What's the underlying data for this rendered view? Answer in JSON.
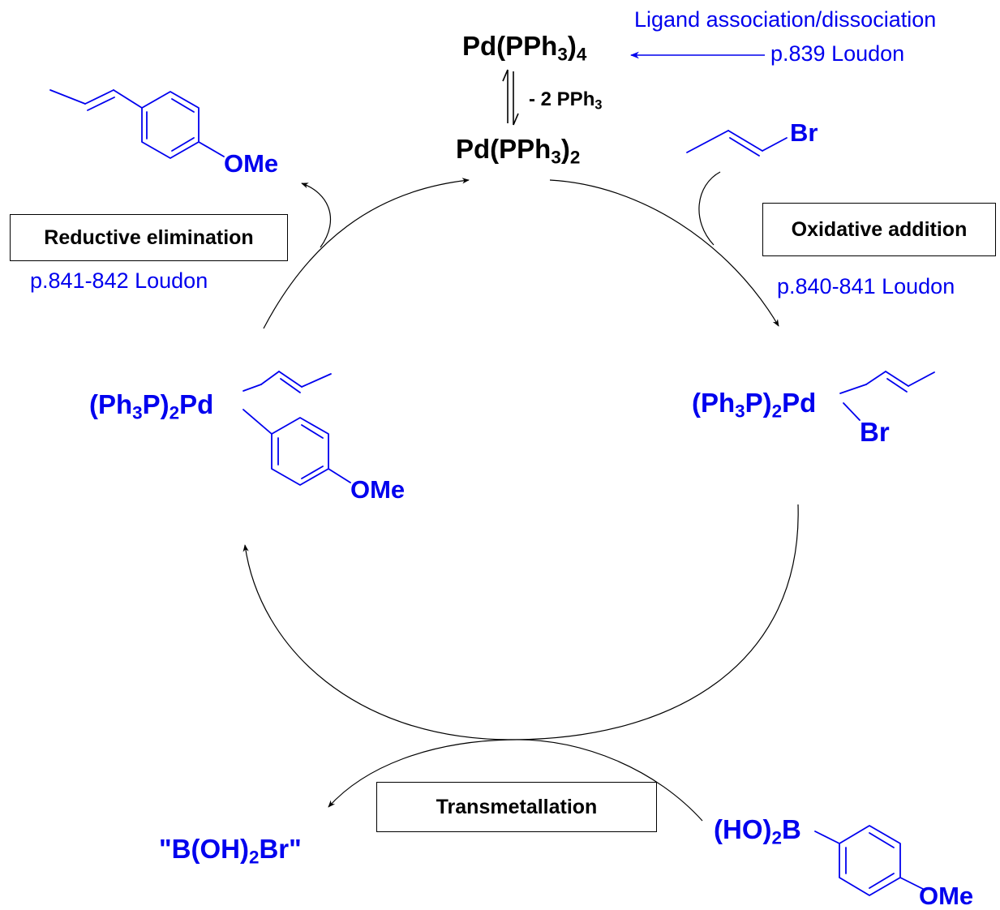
{
  "colors": {
    "ink": "#000000",
    "accent": "#0000ee"
  },
  "catalyst": {
    "pd4": {
      "pre": "Pd(PPh",
      "sub": "3",
      "post": ")",
      "sub2": "4"
    },
    "pd2": {
      "pre": "Pd(PPh",
      "sub": "3",
      "post": ")",
      "sub2": "2"
    },
    "loss": {
      "pre": "- 2 PPh",
      "sub": "3"
    }
  },
  "ligand_note": {
    "line1": "Ligand association/dissociation",
    "line2": "p.839 Loudon"
  },
  "steps": {
    "oxidative": {
      "label": "Oxidative addition",
      "ref": "p.840-841 Loudon"
    },
    "reductive": {
      "label": "Reductive elimination",
      "ref": "p.841-842 Loudon"
    },
    "transmetal": {
      "label": "Transmetallation"
    }
  },
  "molecules": {
    "bromide": {
      "br": "Br"
    },
    "product": {
      "ome": "OMe"
    },
    "ox_complex": {
      "pre": "(Ph",
      "sub": "3",
      "mid": "P)",
      "sub2": "2",
      "post": "Pd",
      "br": "Br"
    },
    "red_complex": {
      "pre": "(Ph",
      "sub": "3",
      "mid": "P)",
      "sub2": "2",
      "post": "Pd",
      "ome": "OMe"
    },
    "boronic": {
      "pre": "(HO)",
      "sub": "2",
      "post": "B",
      "ome": "OMe"
    },
    "byproduct": {
      "pre": "\"B(OH)",
      "sub": "2",
      "post": "Br\""
    }
  }
}
